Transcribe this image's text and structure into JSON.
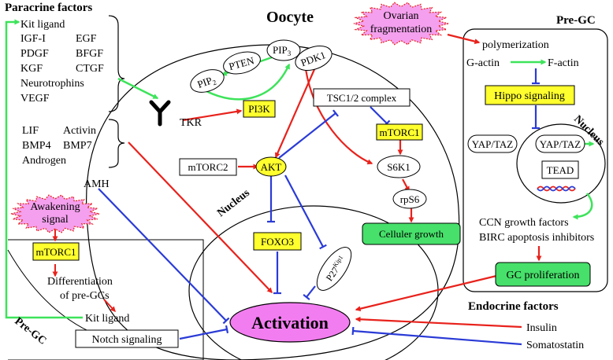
{
  "paracrine": {
    "title": "Paracrine factors",
    "items": [
      "Kit ligand",
      "IGF-I",
      "EGF",
      "PDGF",
      "BFGF",
      "KGF",
      "CTGF",
      "Neurotrophins",
      "VEGF"
    ]
  },
  "other_factors": [
    "LIF",
    "Activin",
    "BMP4",
    "BMP7",
    "Androgen"
  ],
  "oocyte": {
    "title": "Oocyte",
    "pip2": "PIP",
    "pip2_sub": "2",
    "pten": "PTEN",
    "pip3": "PIP",
    "pip3_sub": "3",
    "pdk1": "PDK1",
    "tkr": "TKR",
    "pi3k": "PI3K",
    "tsc": "TSC1/2 complex",
    "mtorc1": "mTORC1",
    "mtorc2": "mTORC2",
    "akt": "AKT",
    "s6k1": "S6K1",
    "rps6": "rpS6",
    "growth": "Celluler growth",
    "nucleus": "Nucleus",
    "foxo3": "FOXO3",
    "p27": "P27",
    "p27_sup": "Kip1",
    "activation": "Activation"
  },
  "amh": "AMH",
  "awakening": "Awakening\nsignal",
  "pregc_left": {
    "label": "Pre-GC",
    "mtorc1": "mTORC1",
    "diff1": "Differentiation",
    "diff2": "of pre-GCs",
    "kit": "Kit ligand",
    "notch": "Notch signaling"
  },
  "ovarian": "Ovarian\nfragmentation",
  "pregc_right": {
    "title": "Pre-GC",
    "polymerization": "polymerization",
    "gactin": "G-actin",
    "factin": "F-actin",
    "hippo": "Hippo signaling",
    "nucleus": "Nucleus",
    "yap1": "YAP/TAZ",
    "yap2": "YAP/TAZ",
    "tead": "TEAD",
    "ccn": "CCN growth factors",
    "birc": "BIRC apoptosis inhibitors",
    "prolif": "GC proliferation"
  },
  "endocrine": {
    "title": "Endocrine factors",
    "insulin": "Insulin",
    "somatostatin": "Somatostatin"
  },
  "colors": {
    "red": "#e8221c",
    "blue": "#2a3bd6",
    "green": "#3de35a",
    "yellow": "#ffff2e",
    "magenta": "#f27df0",
    "pink": "#f4a0ee",
    "greenbox": "#46e06a"
  }
}
